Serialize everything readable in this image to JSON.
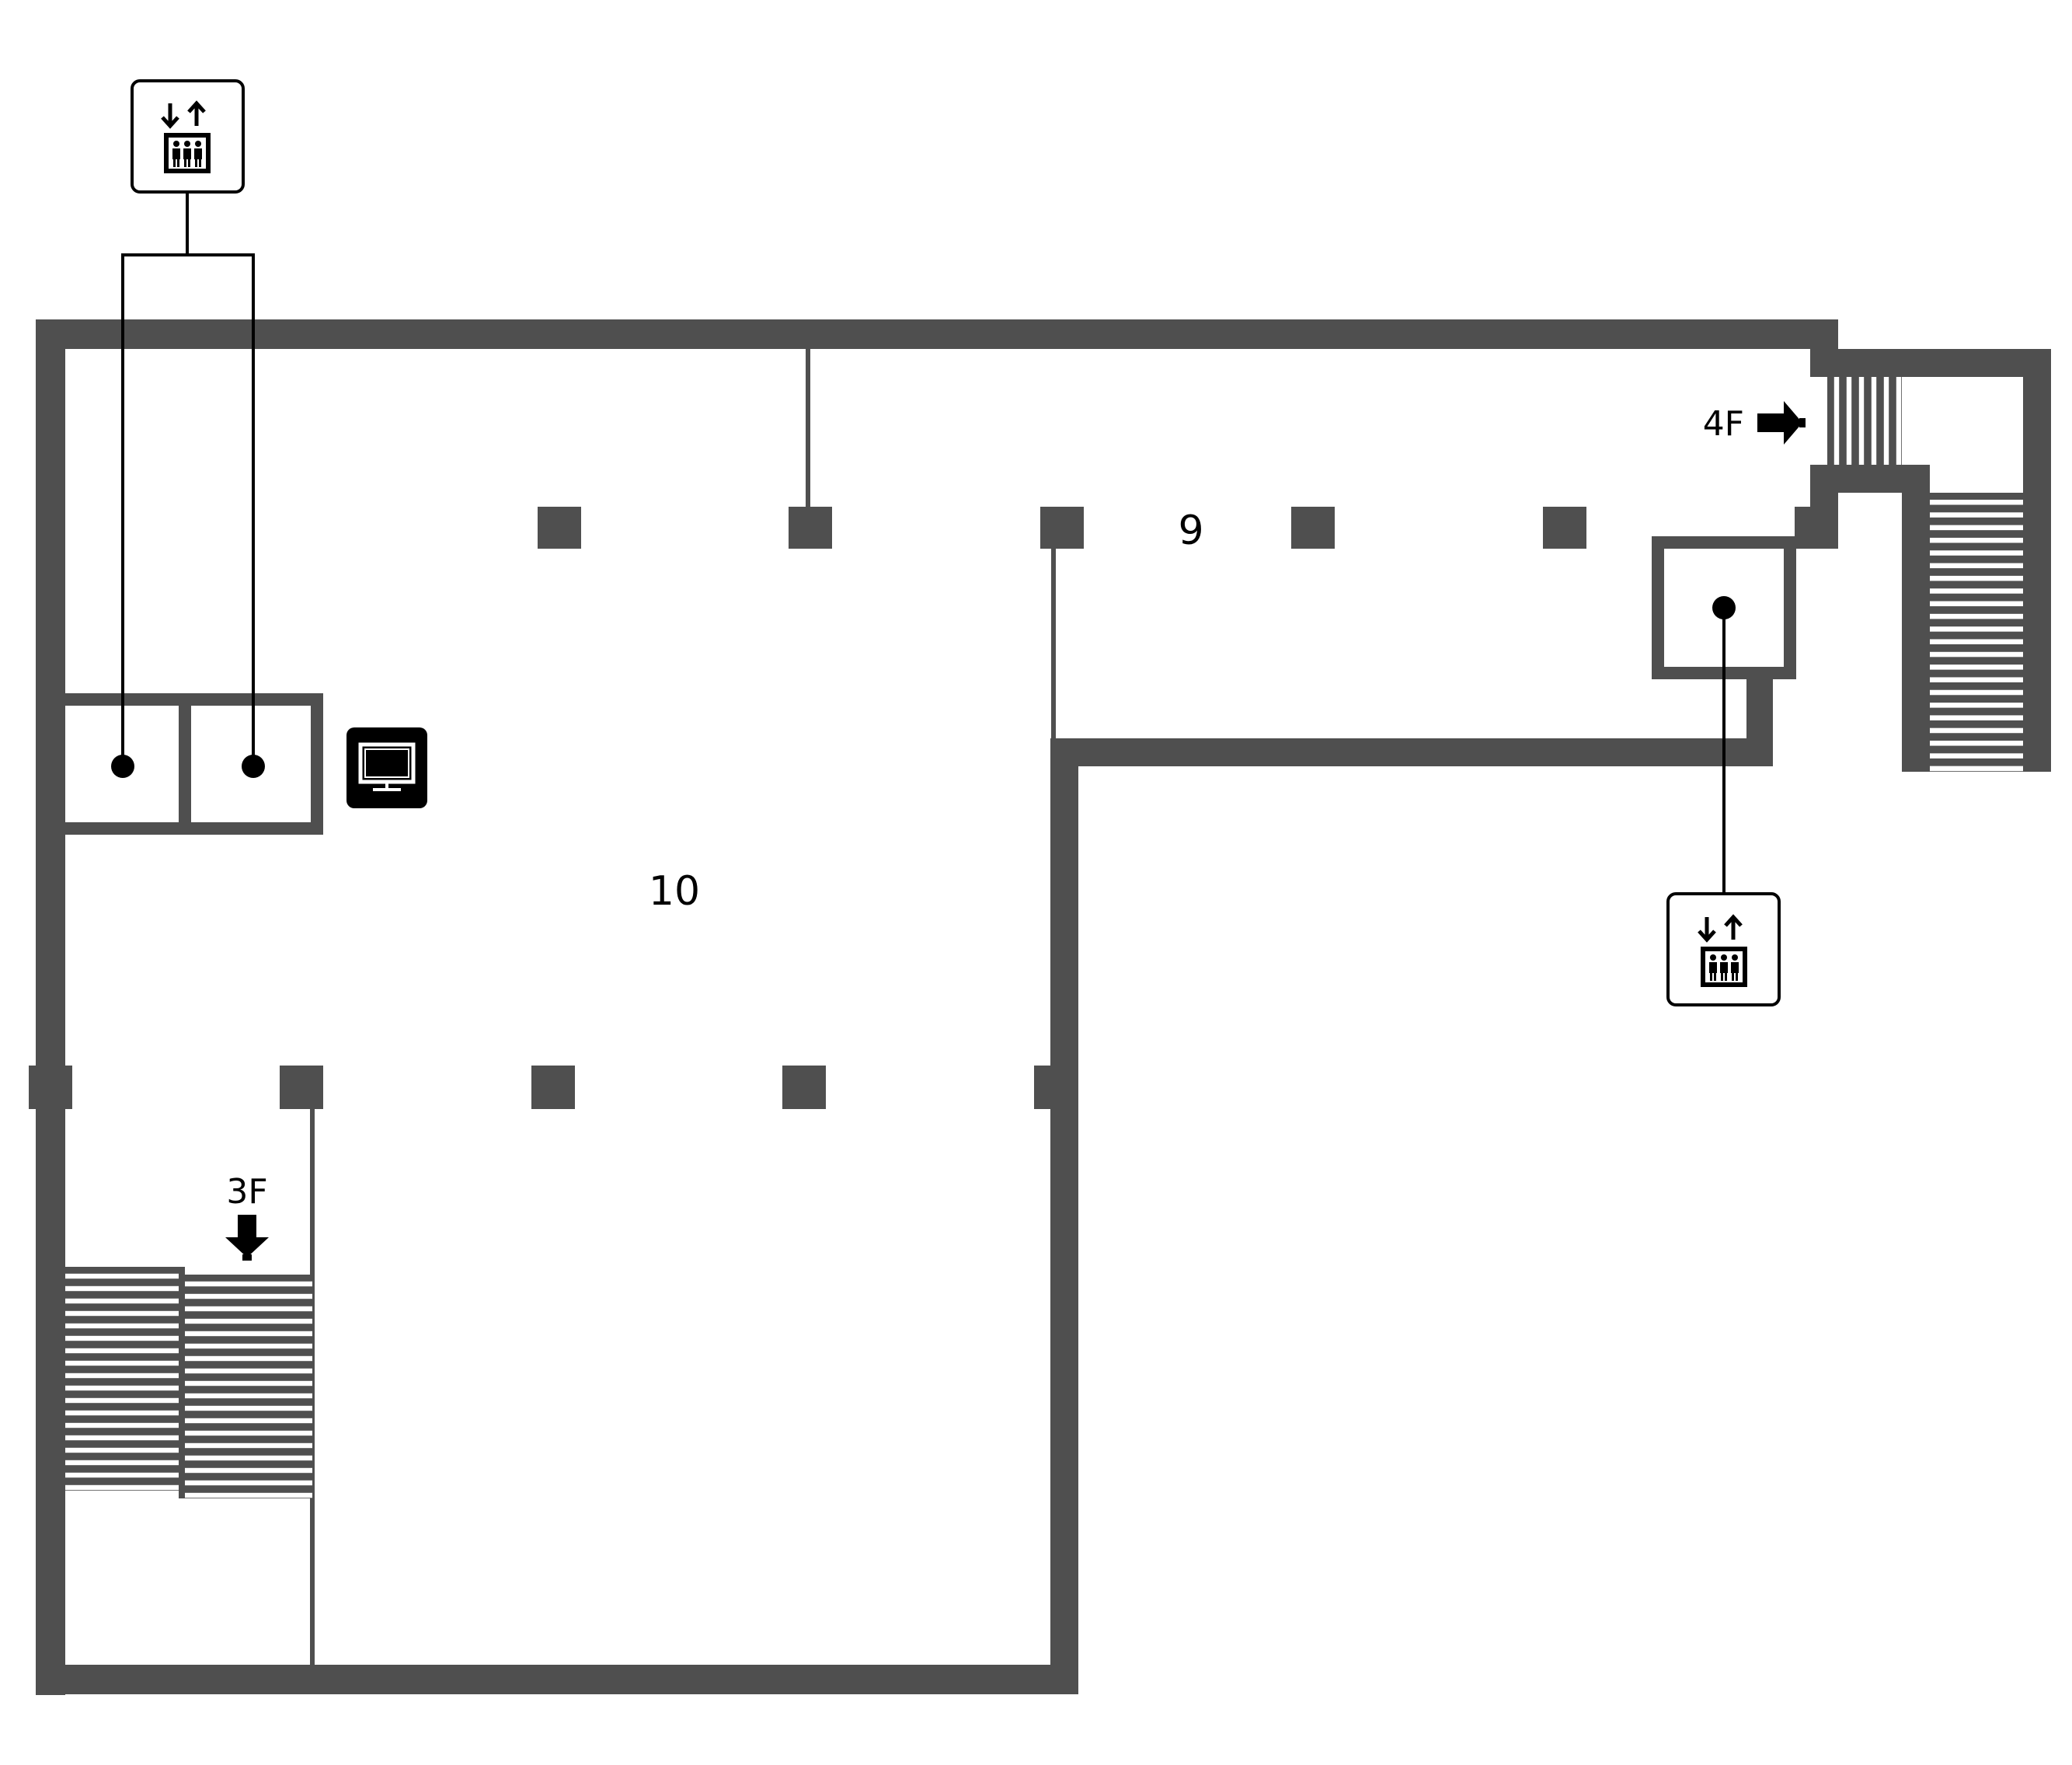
{
  "map": {
    "wall_color": "#4f4f4f",
    "background": "#ffffff",
    "rooms": [
      {
        "id": "room-9",
        "label": "9"
      },
      {
        "id": "room-10",
        "label": "10"
      }
    ],
    "stairs": [
      {
        "id": "stairs-up",
        "label": "4F",
        "direction": "right"
      },
      {
        "id": "stairs-down",
        "label": "3F",
        "direction": "down"
      }
    ],
    "icons": [
      {
        "id": "elevator-sign-left",
        "icon": "elevator-icon"
      },
      {
        "id": "elevator-sign-right",
        "icon": "elevator-icon"
      },
      {
        "id": "monitor-sign",
        "icon": "monitor-icon"
      }
    ]
  }
}
